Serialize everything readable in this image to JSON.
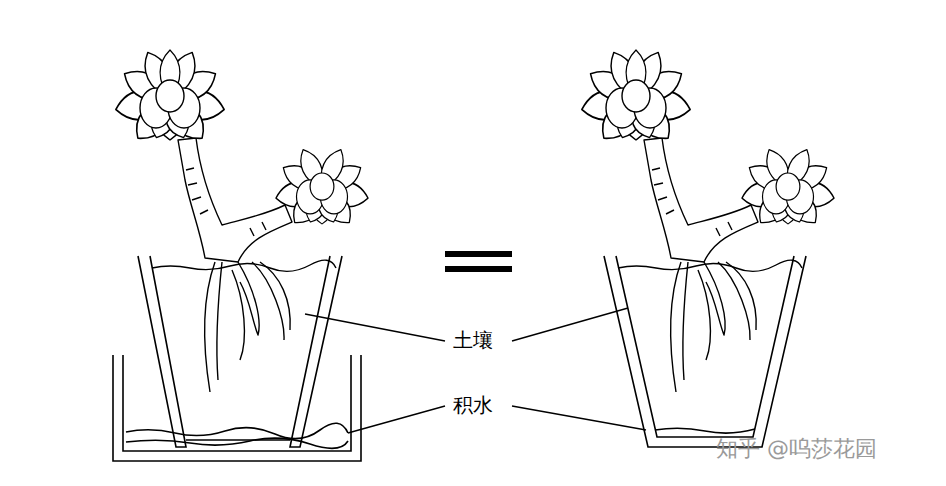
{
  "diagram": {
    "labels": [
      "土壤",
      "积水",
      "知乎 @呜莎花园"
    ]
  }
}
